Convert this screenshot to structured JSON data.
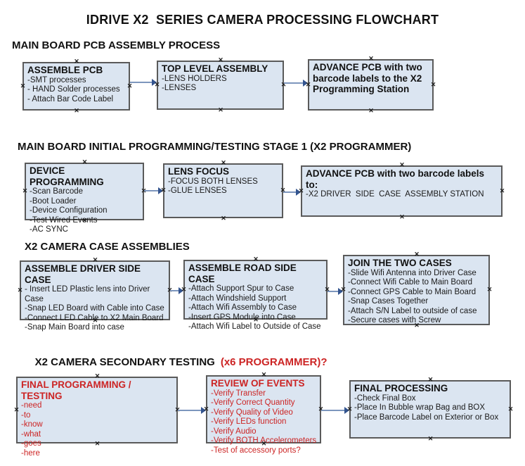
{
  "title": "IDRIVE X2  SERIES CAMERA PROCESSING FLOWCHART",
  "colors": {
    "box_fill": "#dbe5f1",
    "box_border": "#5a5a5a",
    "red_text": "#cc2424",
    "arrow_line": "#7d96bd",
    "arrow_head": "#33548f"
  },
  "icons": {
    "connection_handle": "✕",
    "arrow_head": "right-triangle"
  },
  "sections": [
    {
      "heading": "MAIN BOARD PCB ASSEMBLY PROCESS",
      "boxes": [
        {
          "title": "ASSEMBLE PCB",
          "items": [
            "-SMT processes",
            "- HAND Solder processes",
            "- Attach Bar Code Label"
          ]
        },
        {
          "title": "TOP LEVEL ASSEMBLY",
          "items": [
            "-LENS HOLDERS",
            "-LENSES"
          ]
        },
        {
          "title": "ADVANCE PCB with two barcode labels to the  X2 Programming Station",
          "items": []
        }
      ]
    },
    {
      "heading": "MAIN BOARD INITIAL PROGRAMMING/TESTING STAGE 1 (X2 PROGRAMMER)",
      "boxes": [
        {
          "title": "DEVICE PROGRAMMING",
          "items": [
            "-Scan Barcode",
            "-Boot Loader",
            "-Device Configuration",
            "-Test Wired Events",
            "-AC SYNC"
          ]
        },
        {
          "title": "LENS FOCUS",
          "items": [
            "-FOCUS BOTH LENSES",
            "-GLUE LENSES"
          ]
        },
        {
          "title": "ADVANCE PCB with two barcode labels to:",
          "items": [
            "-X2 DRIVER  SIDE  CASE  ASSEMBLY STATION"
          ]
        }
      ]
    },
    {
      "heading": "X2 CAMERA CASE ASSEMBLIES",
      "boxes": [
        {
          "title": "ASSEMBLE DRIVER SIDE CASE",
          "items": [
            "- Insert LED Plastic lens into Driver Case",
            "-Snap LED Board with Cable into Case",
            "-Connect LED Cable to X2 Main Board",
            "-Snap Main Board into case"
          ]
        },
        {
          "title": "ASSEMBLE ROAD SIDE CASE",
          "items": [
            "-Attach Support Spur to Case",
            "-Attach Windshield Support",
            "-Attach Wifi Assembly to Case",
            "-Insert GPS Module into Case",
            "-Attach Wifi Label to Outside of Case"
          ]
        },
        {
          "title": "JOIN THE TWO CASES",
          "items": [
            "-Slide Wifi Antenna into Driver Case",
            "-Connect Wifi Cable to Main Board",
            "-Connect GPS Cable to Main Board",
            "-Snap Cases Together",
            "-Attach S/N Label to outside of case",
            "-Secure cases with Screw"
          ]
        }
      ]
    },
    {
      "heading": "X2 CAMERA SECONDARY TESTING",
      "heading_red": "(x6 PROGRAMMER)?",
      "boxes": [
        {
          "title": "FINAL PROGRAMMING / TESTING",
          "items": [
            "-need",
            "-to",
            "-know",
            "-what",
            "-goes",
            "-here"
          ]
        },
        {
          "title": "REVIEW OF EVENTS",
          "items": [
            "-Verify Transfer",
            "-Verify Correct Quantity",
            "-Verify Quality of Video",
            "-Verify LEDs function",
            "-Verify Audio",
            "-Verify BOTH Accelerometers",
            "-Test of accessory ports?"
          ]
        },
        {
          "title": "FINAL PROCESSING",
          "items": [
            "-Check Final Box",
            "-Place In Bubble wrap Bag and BOX",
            "-Place Barcode Label on Exterior or Box"
          ]
        }
      ]
    }
  ]
}
